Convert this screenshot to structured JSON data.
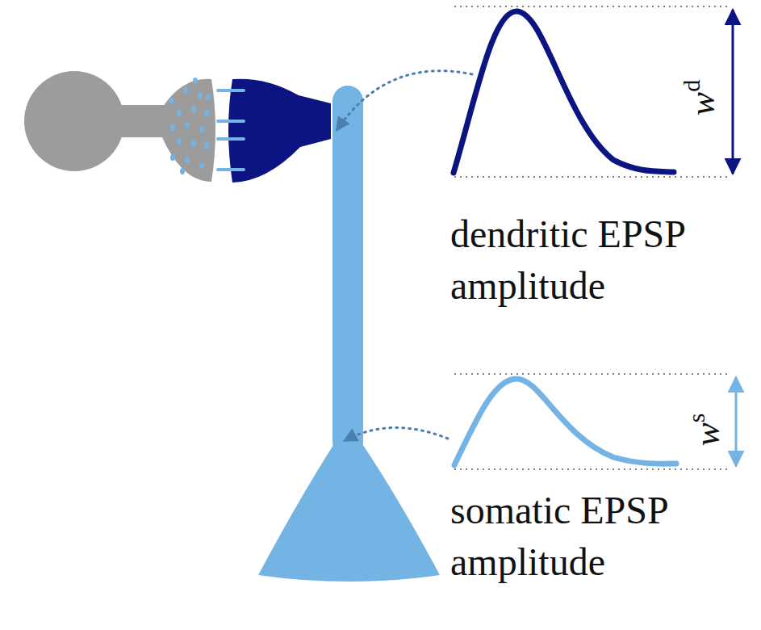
{
  "diagram": {
    "labels": [
      "dendritic EPSP amplitude",
      "w",
      "d",
      "somatic EPSP amplitude",
      "w",
      "s"
    ]
  }
}
